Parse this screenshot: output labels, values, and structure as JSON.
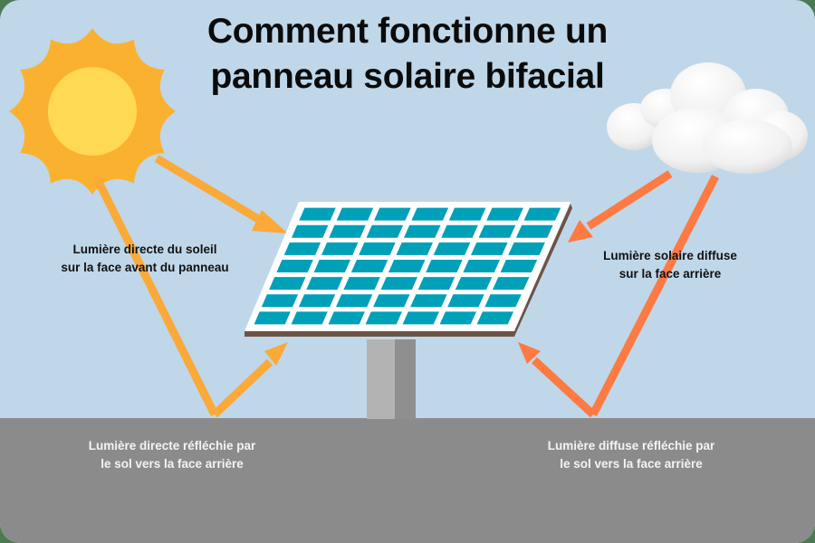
{
  "title": {
    "line1": "Comment fonctionne un",
    "line2": "panneau solaire bifacial"
  },
  "labels": {
    "direct_front": {
      "line1": "Lumière directe du soleil",
      "line2": "sur la face avant du panneau"
    },
    "diffuse_back": {
      "line1": "Lumière solaire diffuse",
      "line2": "sur la face arrière"
    },
    "ground_direct": {
      "line1": "Lumière directe réfléchie par",
      "line2": "le sol vers la face arrière"
    },
    "ground_diffuse": {
      "line1": "Lumière diffuse réfléchie par",
      "line2": "le sol vers la face arrière"
    }
  },
  "colors": {
    "sky": "#bfd7e9",
    "ground": "#8b8b8b",
    "sun_outer": "#fbb130",
    "sun_inner": "#ffd954",
    "direct_arrow": "#fba938",
    "diffuse_arrow": "#fe7a42",
    "panel_cell": "#00a0b8",
    "panel_frame": "#6b5446",
    "pole_light": "#b3b3b3",
    "pole_dark": "#8f8f8f"
  },
  "panel": {
    "rows": 7,
    "cols": 7
  },
  "icons": [
    "sun-icon",
    "cloud-icon",
    "solar-panel-icon"
  ]
}
